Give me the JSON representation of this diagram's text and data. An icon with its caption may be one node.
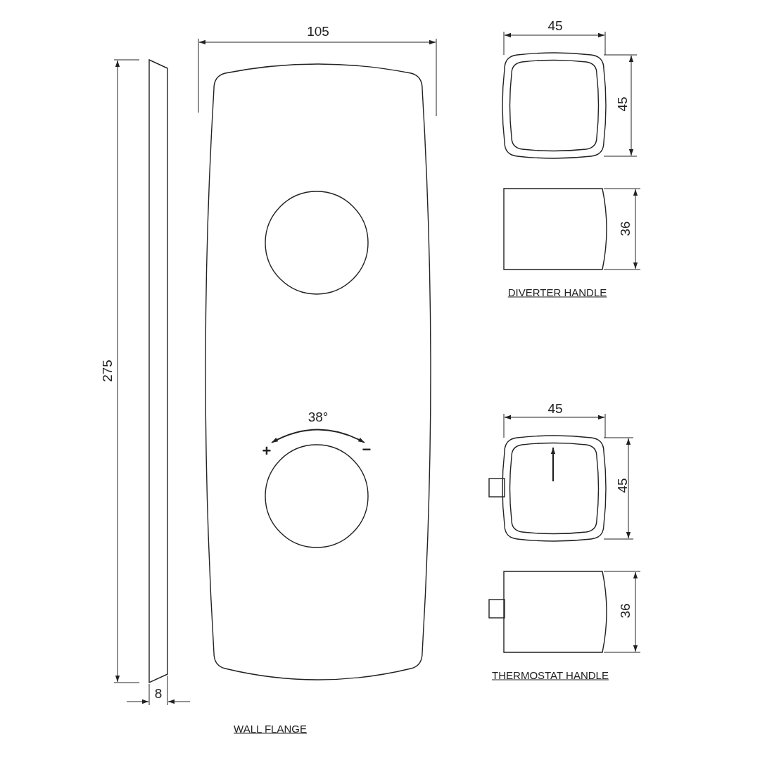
{
  "diagram": {
    "labels": [
      "105",
      "45",
      "45",
      "275",
      "36",
      "DIVERTER HANDLE",
      "38°",
      "45",
      "+",
      "−",
      "45",
      "36",
      "THERMOSTAT HANDLE",
      "8",
      "WALL FLANGE"
    ]
  }
}
